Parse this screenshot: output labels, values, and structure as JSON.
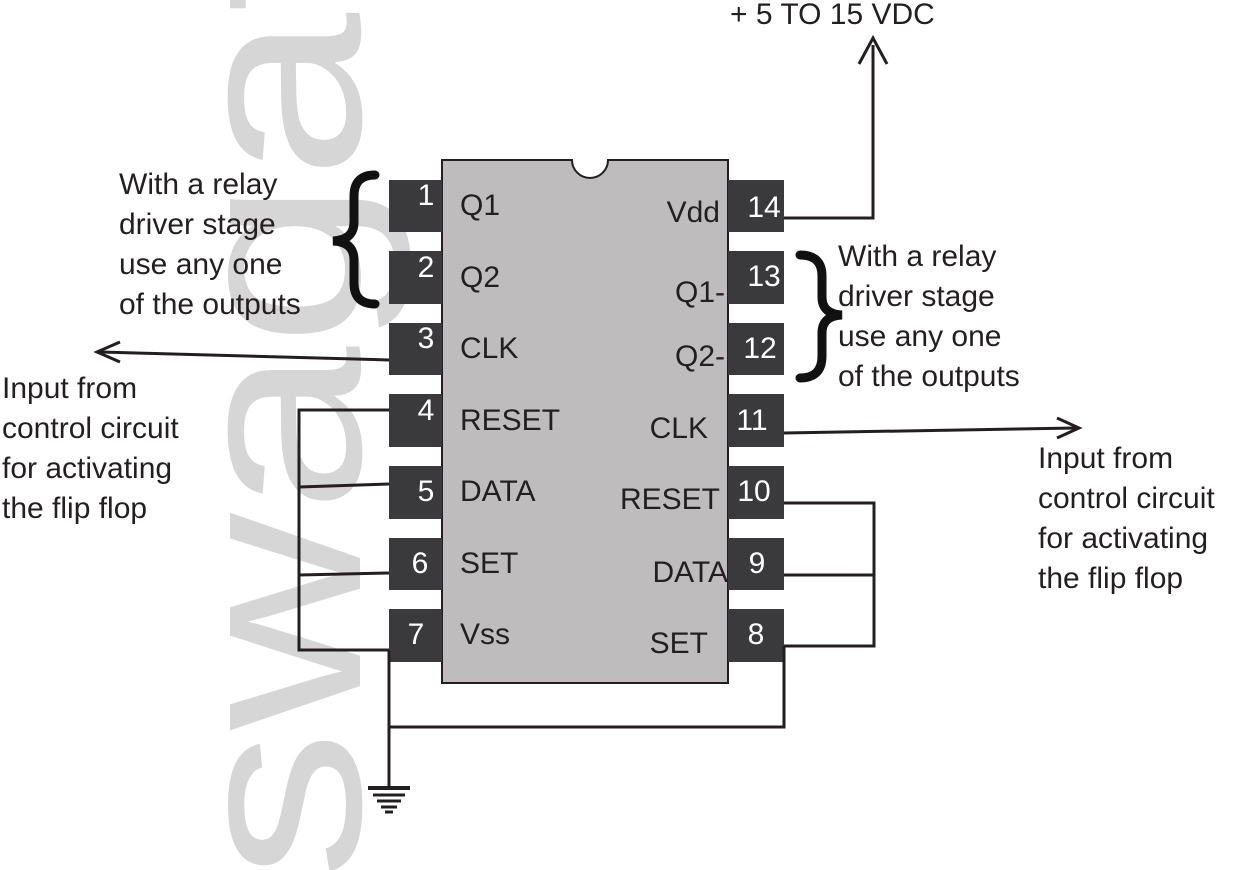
{
  "watermark": "swagatam innovations",
  "supply_label": "+ 5 TO 15 VDC",
  "pins_left": [
    {
      "num": "1",
      "label": "Q1"
    },
    {
      "num": "2",
      "label": "Q2"
    },
    {
      "num": "3",
      "label": "CLK"
    },
    {
      "num": "4",
      "label": "RESET"
    },
    {
      "num": "5",
      "label": "DATA"
    },
    {
      "num": "6",
      "label": "SET"
    },
    {
      "num": "7",
      "label": "Vss"
    }
  ],
  "pins_right": [
    {
      "num": "14",
      "label": "Vdd"
    },
    {
      "num": "13",
      "label": "Q1-"
    },
    {
      "num": "12",
      "label": "Q2-"
    },
    {
      "num": "11",
      "label": "CLK"
    },
    {
      "num": "10",
      "label": "RESET"
    },
    {
      "num": "9",
      "label": "DATA"
    },
    {
      "num": "8",
      "label": "SET"
    }
  ],
  "note_left_outputs": [
    "With a relay",
    "driver stage",
    "use any one",
    "of the outputs"
  ],
  "note_right_outputs": [
    "With a relay",
    "driver stage",
    "use any one",
    "of the outputs"
  ],
  "note_left_input": [
    "Input from",
    "control circuit",
    "for activating",
    "the flip flop"
  ],
  "note_right_input": [
    "Input from",
    "control circuit",
    "for activating",
    "the flip flop"
  ]
}
